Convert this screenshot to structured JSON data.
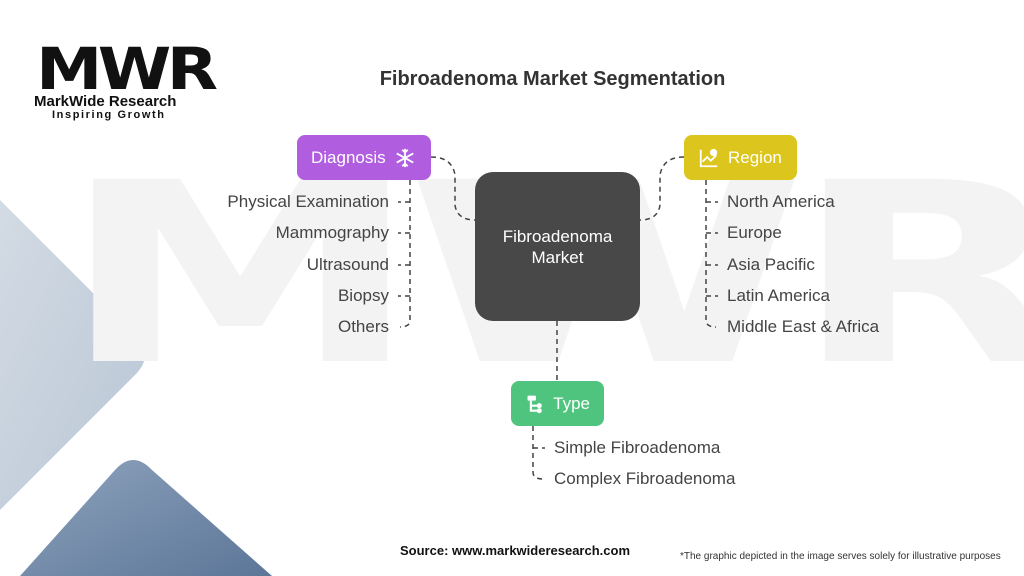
{
  "logo": {
    "mark": "MWR",
    "name": "MarkWide Research",
    "tagline": "Inspiring Growth"
  },
  "title": "Fibroadenoma Market Segmentation",
  "center": {
    "line1": "Fibroadenoma",
    "line2": "Market"
  },
  "categories": {
    "diagnosis": {
      "label": "Diagnosis",
      "icon": "snowflake-icon",
      "color": "#b15ddf",
      "items": [
        "Physical Examination",
        "Mammography",
        "Ultrasound",
        "Biopsy",
        "Others"
      ]
    },
    "region": {
      "label": "Region",
      "icon": "chart-question-icon",
      "color": "#dcc51d",
      "items": [
        "North America",
        "Europe",
        "Asia Pacific",
        "Latin America",
        "Middle East & Africa"
      ]
    },
    "type": {
      "label": "Type",
      "icon": "hierarchy-icon",
      "color": "#4fc47f",
      "items": [
        "Simple Fibroadenoma",
        "Complex Fibroadenoma"
      ]
    }
  },
  "footer": {
    "source": "Source: www.markwideresearch.com",
    "note": "*The graphic depicted in the image serves  solely for illustrative purposes"
  }
}
